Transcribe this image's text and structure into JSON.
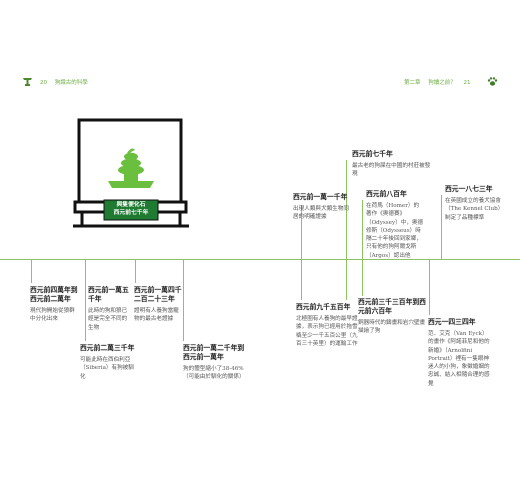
{
  "header": {
    "left_page": "20",
    "left_title": "狗識古的科學",
    "right_chapter": "第二章",
    "right_title": "狗讀之前？",
    "right_page": "21",
    "left_icon": "poop-trophy-icon",
    "right_icon": "paw-icon"
  },
  "trophy": {
    "line1": "與隻便化石",
    "line2": "西元前七千年"
  },
  "colors": {
    "accent": "#6cae45",
    "dark_green": "#1f7a32",
    "trophy_green": "#6bbf3e"
  },
  "events": [
    {
      "title": "西元前七千年",
      "desc": "最古老的狗屎在中國的村莊被發現"
    },
    {
      "title": "西元前一萬一千年",
      "desc": "出現人類與犬類生物同居的明確證據"
    },
    {
      "title": "西元前八百年",
      "desc": "在荷馬（Homer）的著作《奧德賽》（Odyssey）中，奧德修斯（Odysseus）時隔二十年後回到家鄉，只有他的狗阿爾戈斯（Argos）認出他"
    },
    {
      "title": "西元一八七三年",
      "desc": "在英國成立的養犬協會（The Kennel Club）制定了品種標準"
    },
    {
      "title": "西元前四萬年到西元前二萬年",
      "desc": "現代狗開始從狼群中分化出來"
    },
    {
      "title": "西元前一萬五千年",
      "desc": "此時的狗和狼已經是完全不同的生物"
    },
    {
      "title": "西元前一萬四千二百二十三年",
      "desc": "證明有人養狗當寵物的最古老證據"
    },
    {
      "title": "西元前二萬三千年",
      "desc": "可能此時在西伯利亞（Siberia）有狗被馴化"
    },
    {
      "title": "西元前一萬二千年到西元前一萬年",
      "desc": "狗的體型縮小了38-46%（可能由於馴化的關係）"
    },
    {
      "title": "西元前九千五百年",
      "desc": "北極圈有人養狗的最早證據，表示狗已經用於拖雪橇至少一千五百公里（九百三十英里）的運輸工作"
    },
    {
      "title": "西元前三千三百年到西元前六百年",
      "desc": "銅器時代的鑄畫和岩穴壁畫描繪了狗"
    },
    {
      "title": "西元一四三四年",
      "desc": "范．艾克（Van Eyck）的畫作《阿諾菲尼和他的新婚》（Arnolfini Portrait）裡有一隻眼神迷人的小狗，象徵婚姻的忠誠、結入相隨合理的感覺"
    }
  ]
}
